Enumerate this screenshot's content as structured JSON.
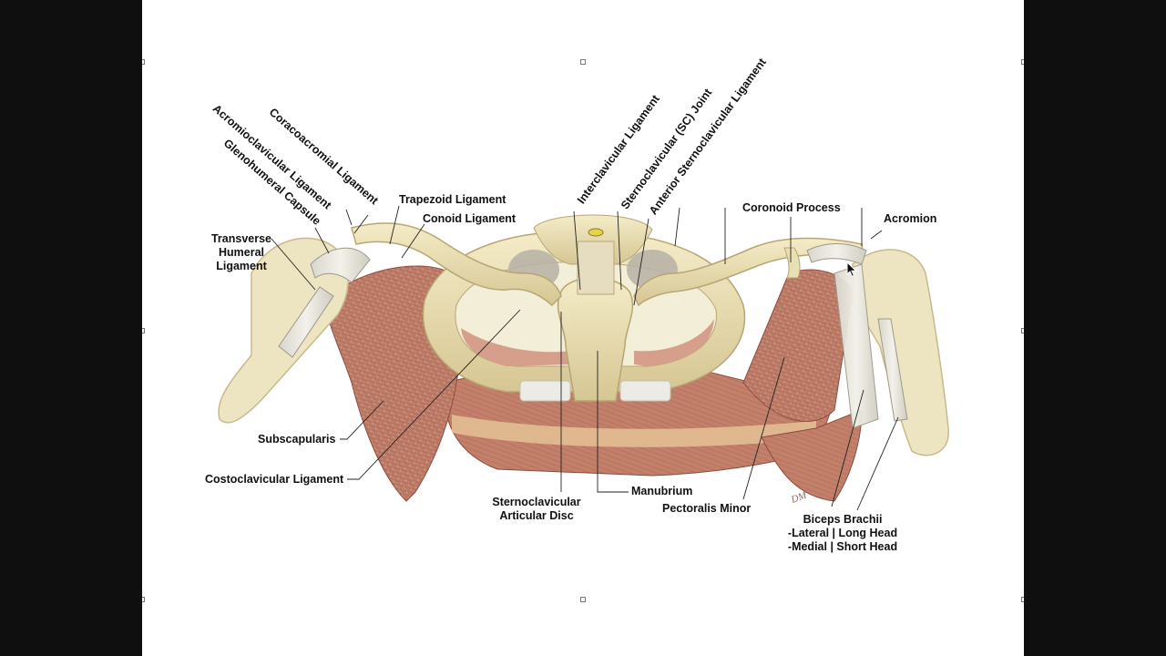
{
  "labels": {
    "acromioclavicular_ligament": "Acromioclavicular Ligament",
    "coracoacromial_ligament": "Coracoacromial Ligament",
    "glenohumeral_capsule": "Glenohumeral Capsule",
    "trapezoid_ligament": "Trapezoid Ligament",
    "conoid_ligament": "Conoid Ligament",
    "transverse_humeral_ligament": [
      "Transverse",
      "Humeral",
      "Ligament"
    ],
    "interclavicular_ligament": "Interclavicular Ligament",
    "sternoclavicular_joint": "Sternoclavicular (SC) Joint",
    "anterior_sternoclavicular_ligament": "Anterior Sternoclavicular Ligament",
    "coronoid_process": "Coronoid Process",
    "acromion": "Acromion",
    "subscapularis": "Subscapularis",
    "costoclavicular_ligament": "Costoclavicular Ligament",
    "sternoclavicular_articular_disc": [
      "Sternoclavicular",
      "Articular Disc"
    ],
    "manubrium": "Manubrium",
    "pectoralis_minor": "Pectoralis Minor",
    "biceps_brachii": [
      "Biceps Brachii",
      "-Lateral | Long Head",
      "-Medial | Short Head"
    ]
  },
  "signature": "DM",
  "colors": {
    "bone": "#e9dfb4",
    "bone_shadow": "#c9b98a",
    "muscle": "#b5705c",
    "muscle_light": "#d7a795",
    "ligament": "#e3e0d6",
    "background": "#ffffff",
    "frame": "#0f0f0f"
  }
}
